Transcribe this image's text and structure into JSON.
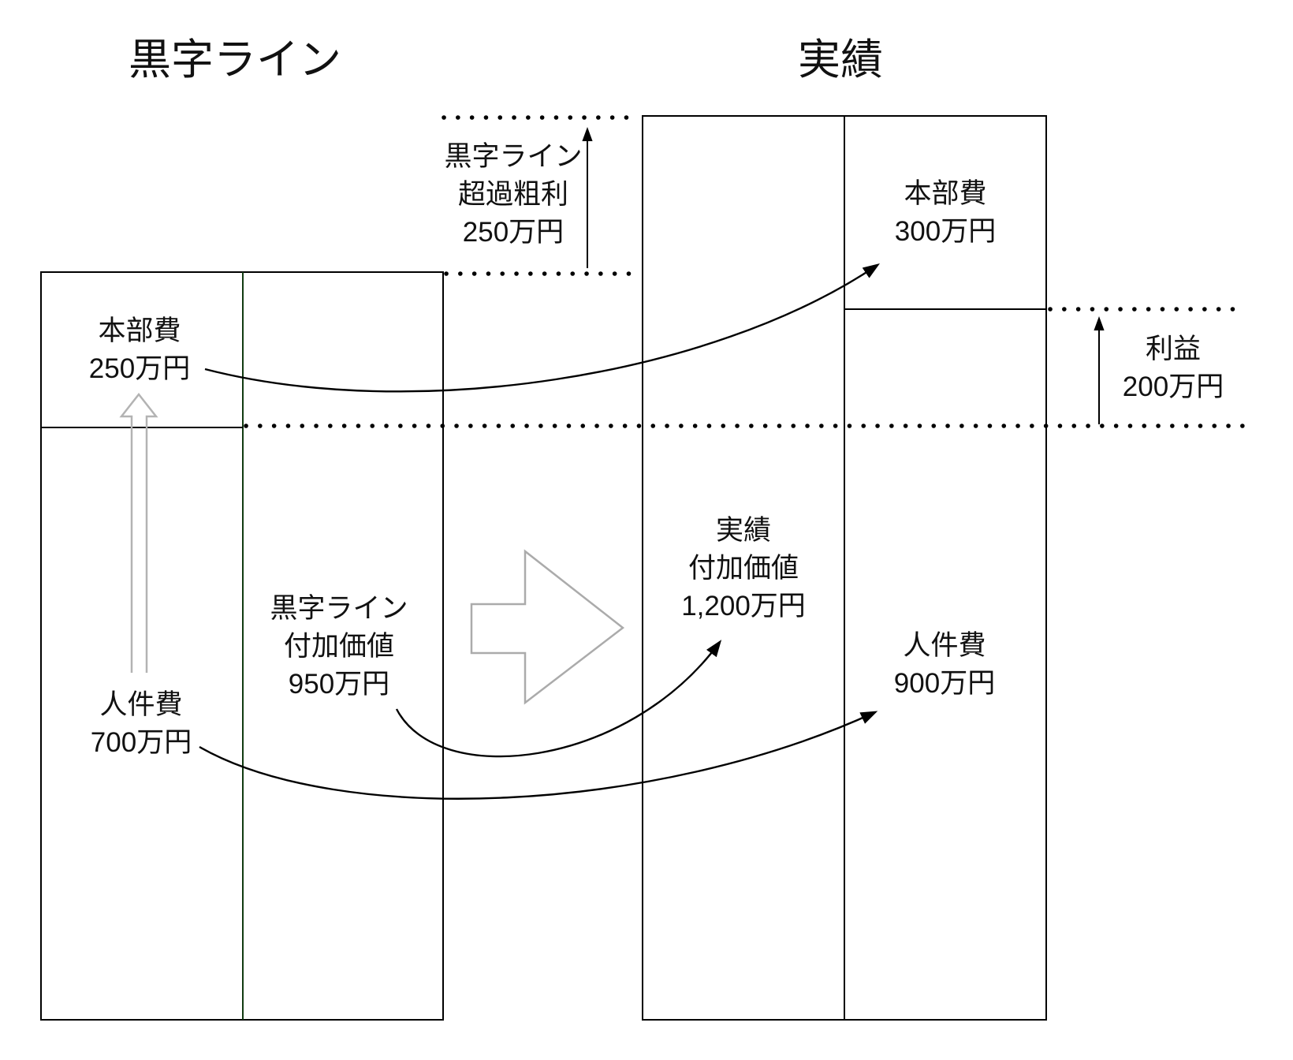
{
  "titles": {
    "left_title": "黒字ライン",
    "right_title": "実績"
  },
  "labels": {
    "excess_margin": [
      "黒字ライン",
      "超過粗利",
      "250万円"
    ],
    "hq_left": [
      "本部費",
      "250万円"
    ],
    "labor_left": [
      "人件費",
      "700万円"
    ],
    "value_left": [
      "黒字ライン",
      "付加価値",
      "950万円"
    ],
    "hq_right": [
      "本部費",
      "300万円"
    ],
    "profit": [
      "利益",
      "200万円"
    ],
    "value_right": [
      "実績",
      "付加価値",
      "1,200万円"
    ],
    "labor_right": [
      "人件費",
      "900万円"
    ]
  },
  "colors": {
    "background": "#ffffff",
    "box_line": "#000000",
    "left_divider_line": "#123b12",
    "gray_arrow": "#ababab",
    "text": "#111111"
  }
}
